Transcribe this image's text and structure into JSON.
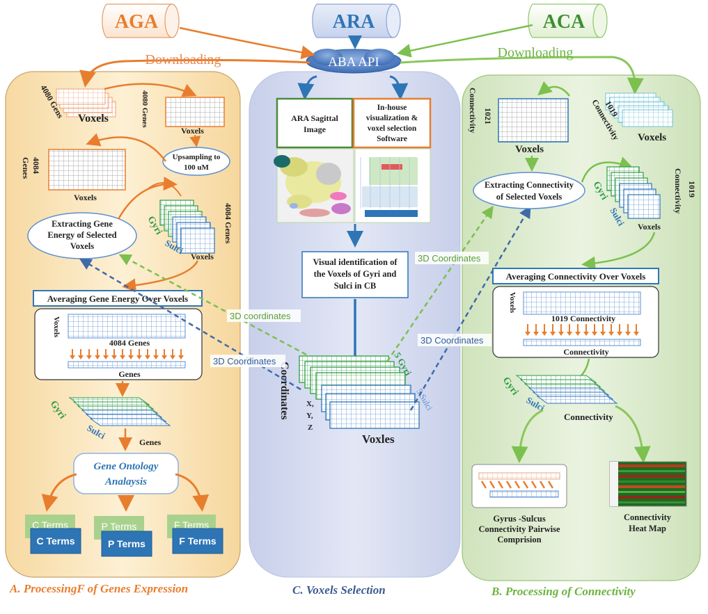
{
  "sources": {
    "aga": "AGA",
    "ara": "ARA",
    "aca": "ACA",
    "api": "ABA API",
    "downloading_left": "Downloading",
    "downloading_right": "Downloading"
  },
  "panel_a": {
    "genes_4080": "4080 Gens",
    "voxels_1": "Voxels",
    "genes_4080_b": "4080 Genes",
    "voxels_2": "Voxels",
    "upsampling": "Upsampling to",
    "upsampling2": "100 uM",
    "genes_4084_side": "4084",
    "genes_4084_side2": "Genes",
    "voxels_3": "Voxels",
    "extract_1": "Extracting Gene",
    "extract_2": "Energy of Selected",
    "extract_3": "Voxels",
    "gyri": "Gyri",
    "sulci": "Sulci",
    "voxels_4": "Voxels",
    "genes_4084_right": "4084 Genes",
    "averaging": "Averaging Gene Energy Over Voxels",
    "vox_vertical": "Voxels",
    "genes_4084_avg": "4084 Genes",
    "genes_label": "Genes",
    "gyri2": "Gyri",
    "sulci2": "Sulci",
    "genes_label2": "Genes",
    "go_1": "Gene Ontology",
    "go_2": "Analaysis",
    "c_terms": "C Terms",
    "p_terms": "P Terms",
    "f_terms": "F Terms",
    "title": "A. ProcessingF of Genes Expression"
  },
  "panel_c": {
    "ara_sagittal_1": "ARA Sagittal",
    "ara_sagittal_2": "Image",
    "inhouse_1": "In-house",
    "inhouse_2": "visualization &",
    "inhouse_3": "voxel selection",
    "inhouse_4": "Software",
    "visual_1": "Visual identification of",
    "visual_2": "the Voxels of Gyri and",
    "visual_3": "Sulci in CB",
    "coordinates": "Coordinates",
    "xyz_x": "X,",
    "xyz_y": "Y,",
    "xyz_z": "Z",
    "gyri5": "5 Gyri",
    "sulci5": "5 Sulci",
    "voxles": "Voxles",
    "title": "C.  Voxels Selection"
  },
  "links": {
    "coord_3d_lower": "3D coordinates",
    "coord_3d_upper": "3D Coordinates",
    "coord_3d_right_upper": "3D Coordinates",
    "coord_3d_right_lower": "3D Coordinates"
  },
  "panel_b": {
    "connectivity_1021a": "1021",
    "connectivity_1021b": "Connectivity",
    "voxels_1": "Voxels",
    "connectivity_1019a": "1019",
    "connectivity_1019b": "Connectivity",
    "voxels_2": "Voxels",
    "extract_1": "Extracting Connectivity",
    "extract_2": "of Selected Voxels",
    "gyri": "Gyri",
    "sulci": "Sulci",
    "voxels_3": "Voxels",
    "conn_1019_side_a": "1019",
    "conn_1019_side_b": "Connectivity",
    "averaging": "Averaging Connectivity Over Voxels",
    "vox_vertical": "Voxels",
    "conn_1019_avg": "1019 Connectivity",
    "connectivity_label": "Connectivity",
    "gyri2": "Gyri",
    "sulci2": "Sulci",
    "connectivity_label2": "Connectivity",
    "pairwise_1": "Gyrus -Sulcus",
    "pairwise_2": "Connectivity Pairwise",
    "pairwise_3": "Comprision",
    "heatmap_1": "Connectivity",
    "heatmap_2": "Heat Map",
    "title": "B. Processing of Connectivity"
  },
  "colors": {
    "orange": "#e87d2e",
    "blue": "#2e75b6",
    "green": "#70ad47",
    "dark_green": "#2e8b3a",
    "panel_a_bg": "#fce9c2",
    "panel_c_bg": "#dbe0f2",
    "panel_b_bg": "#e2efd6"
  }
}
